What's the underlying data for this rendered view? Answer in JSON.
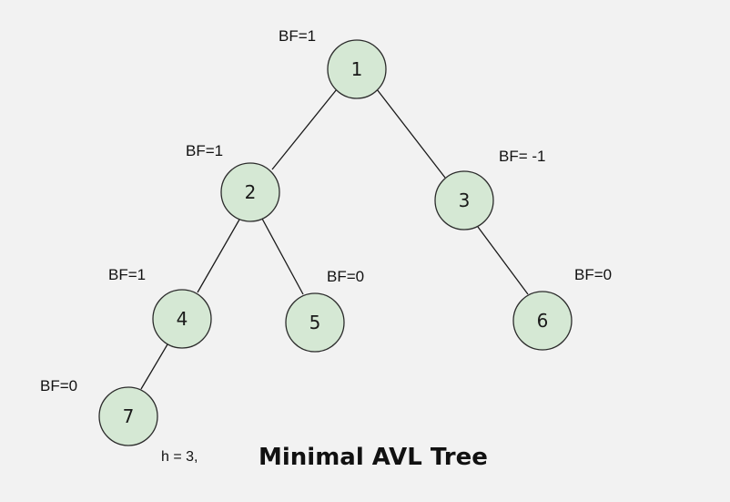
{
  "diagram": {
    "title": "Minimal AVL Tree",
    "height_note": "h = 3,",
    "nodes": [
      {
        "id": "1",
        "label": "1",
        "balance_factor": "BF=1"
      },
      {
        "id": "2",
        "label": "2",
        "balance_factor": "BF=1"
      },
      {
        "id": "3",
        "label": "3",
        "balance_factor": "BF= -1"
      },
      {
        "id": "4",
        "label": "4",
        "balance_factor": "BF=1"
      },
      {
        "id": "5",
        "label": "5",
        "balance_factor": "BF=0"
      },
      {
        "id": "6",
        "label": "6",
        "balance_factor": "BF=0"
      },
      {
        "id": "7",
        "label": "7",
        "balance_factor": "BF=0"
      }
    ],
    "edges": [
      {
        "from": "1",
        "to": "2"
      },
      {
        "from": "1",
        "to": "3"
      },
      {
        "from": "2",
        "to": "4"
      },
      {
        "from": "2",
        "to": "5"
      },
      {
        "from": "3",
        "to": "6"
      },
      {
        "from": "4",
        "to": "7"
      }
    ],
    "colors": {
      "background": "#f2f2f2",
      "node_fill": "#d5e8d4",
      "node_stroke": "#2b2b2b",
      "text": "#111111"
    }
  }
}
